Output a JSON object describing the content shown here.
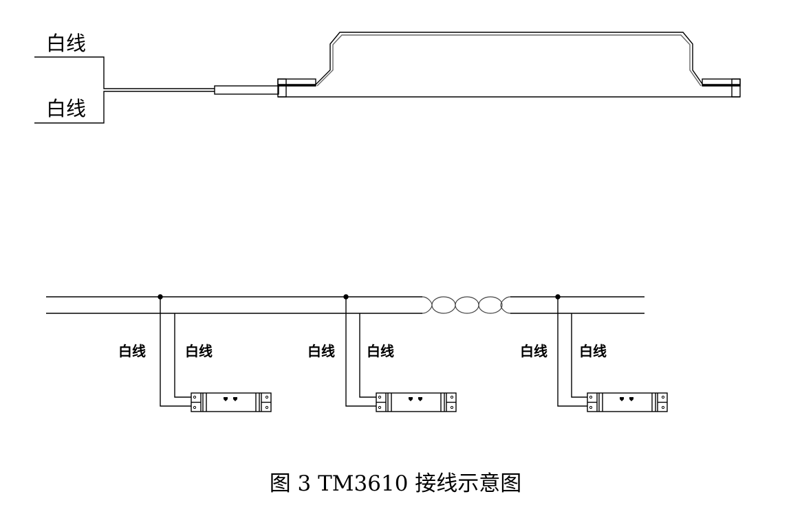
{
  "top_diagram": {
    "wire_label_top": "白线",
    "wire_label_bottom": "白线"
  },
  "bottom_diagram": {
    "taps": [
      {
        "label_left": "白线",
        "label_right": "白线"
      },
      {
        "label_left": "白线",
        "label_right": "白线"
      },
      {
        "label_left": "白线",
        "label_right": "白线"
      }
    ]
  },
  "caption": "图 3 TM3610 接线示意图",
  "colors": {
    "line": "#000000",
    "twist": "#555555",
    "background": "#ffffff"
  }
}
